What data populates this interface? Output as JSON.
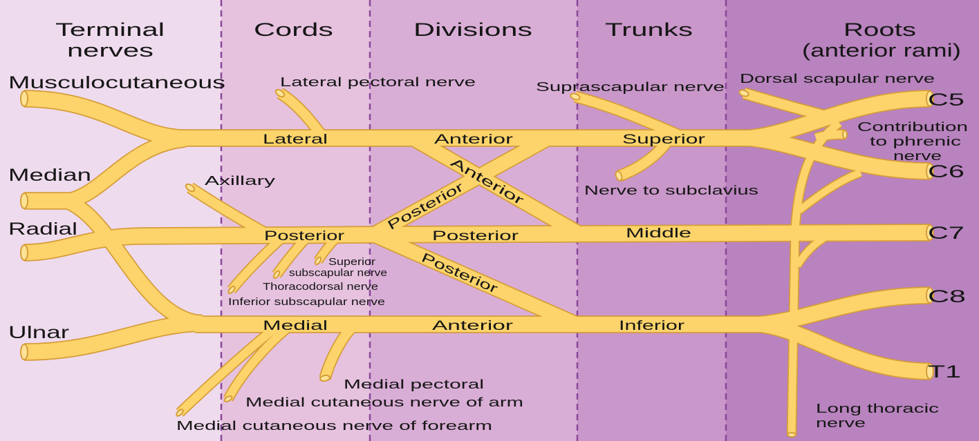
{
  "columns": {
    "terminal_nerves": {
      "line1": "Terminal",
      "line2": "nerves"
    },
    "cords": "Cords",
    "divisions": "Divisions",
    "trunks": "Trunks",
    "roots": {
      "line1": "Roots",
      "line2": "(anterior rami)"
    }
  },
  "terminal_nerves": {
    "musculocutaneous": "Musculocutaneous",
    "median": "Median",
    "radial": "Radial",
    "ulnar": "Ulnar"
  },
  "roots": {
    "c5": "C5",
    "c6": "C6",
    "c7": "C7",
    "c8": "C8",
    "t1": "T1"
  },
  "cords": {
    "lateral": "Lateral",
    "posterior": "Posterior",
    "medial": "Medial"
  },
  "divisions": {
    "lateral_anterior": "Anterior",
    "posterior_horizontal": "Posterior",
    "medial_anterior": "Anterior",
    "middle_anterior_diagonal": "Anterior",
    "superior_posterior_diagonal": "Posterior",
    "inferior_posterior_diagonal": "Posterior"
  },
  "trunks": {
    "superior": "Superior",
    "middle": "Middle",
    "inferior": "Inferior"
  },
  "branches": {
    "lateral_pectoral": "Lateral pectoral nerve",
    "suprascapular": "Suprascapular nerve",
    "dorsal_scapular": "Dorsal scapular nerve",
    "phrenic": {
      "line1": "Contribution",
      "line2": "to phrenic",
      "line3": "nerve"
    },
    "axillary": "Axillary",
    "subclavius": "Nerve to subclavius",
    "superior_subscapular": {
      "line1": "Superior",
      "line2": "subscapular nerve"
    },
    "thoracodorsal": "Thoracodorsal nerve",
    "inferior_subscapular": "Inferior subscapular nerve",
    "medial_pectoral": "Medial pectoral",
    "medial_cutaneous_arm": "Medial cutaneous nerve of arm",
    "medial_cutaneous_forearm": "Medial cutaneous nerve of forearm",
    "long_thoracic": {
      "line1": "Long thoracic",
      "line2": "nerve"
    }
  },
  "colors": {
    "col_terminal": "#efdbee",
    "col_cords": "#e6c2df",
    "col_divisions": "#d9aed6",
    "col_trunks": "#c997c9",
    "col_roots": "#b883be",
    "divider": "#8a4799",
    "nerve": "#fcd46b",
    "nerve_outline": "#d69d38",
    "nerve_end": "#fde396"
  }
}
